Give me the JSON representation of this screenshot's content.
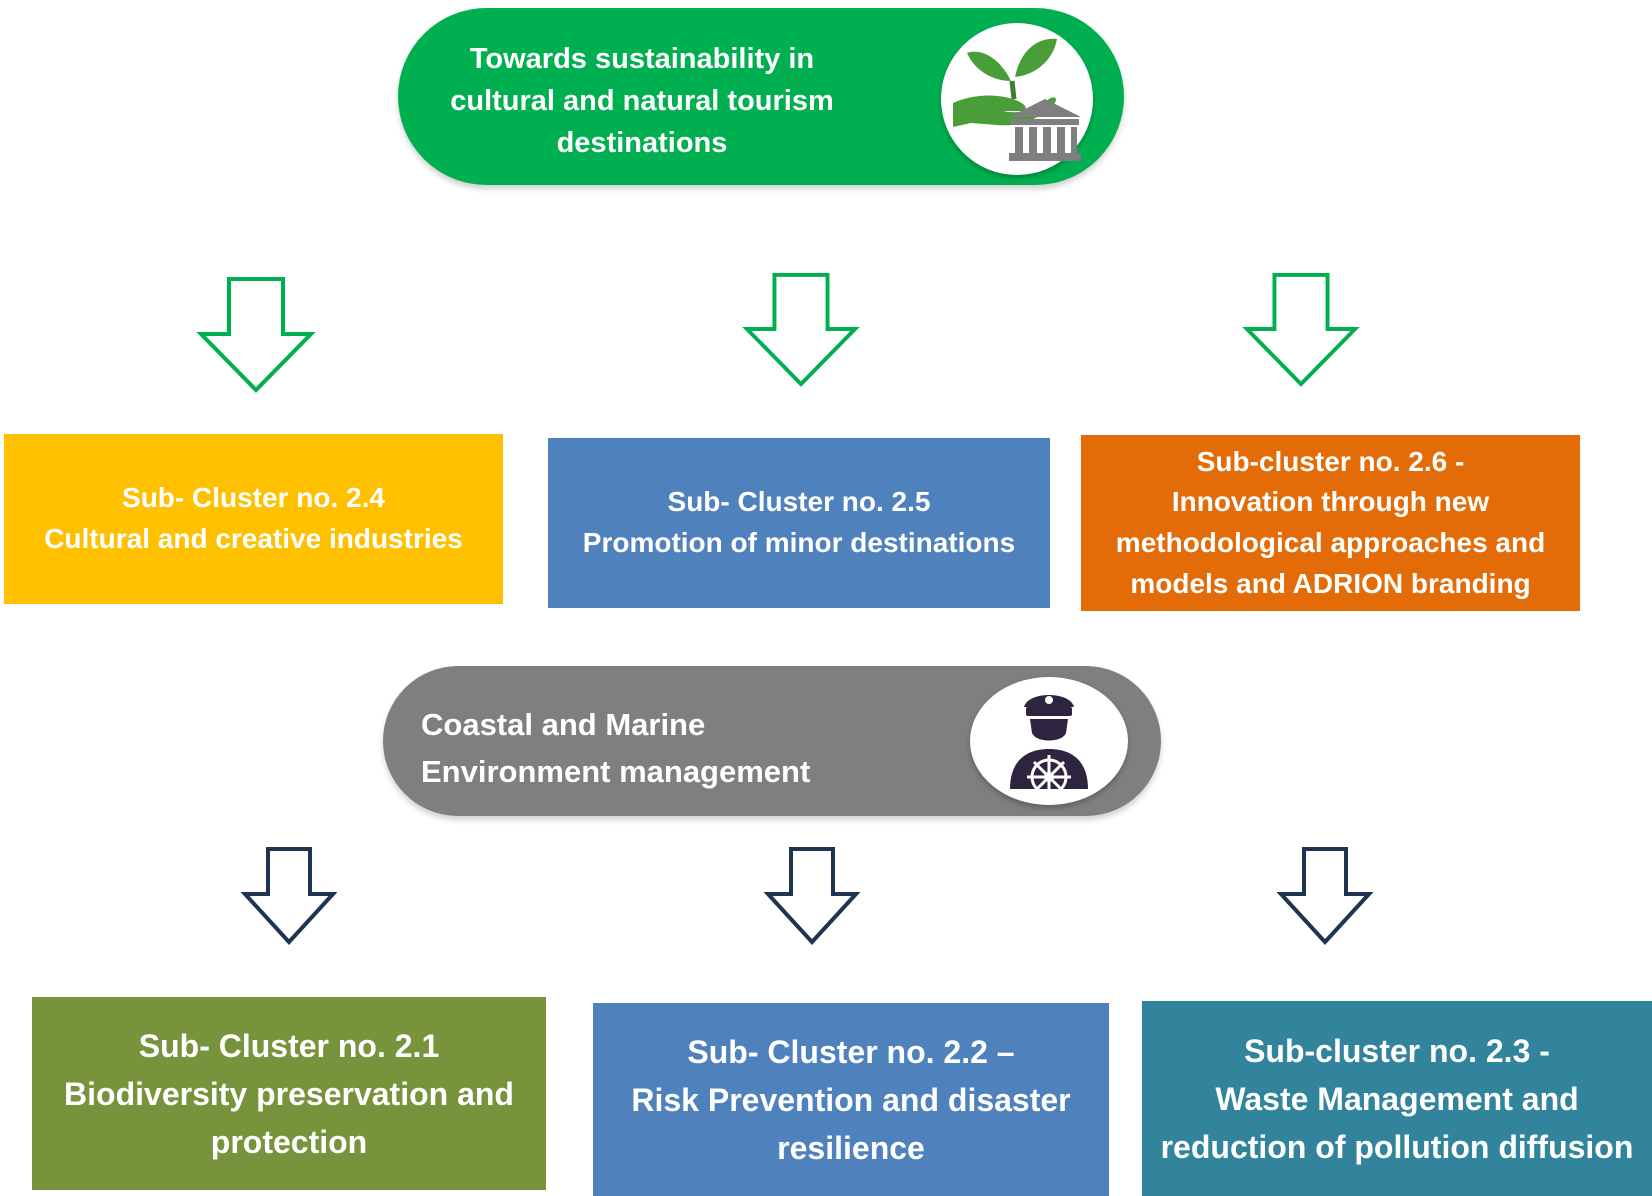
{
  "top_node": {
    "title": "Towards sustainability in cultural and natural tourism destinations",
    "icon": "hand-plant-building-icon",
    "color": "#00b050"
  },
  "top_clusters": [
    {
      "title": "Sub- Cluster no. 2.4",
      "desc": "Cultural and creative industries",
      "color": "#ffc000"
    },
    {
      "title": "Sub- Cluster no. 2.5",
      "desc": "Promotion of minor destinations",
      "color": "#4f81bd"
    },
    {
      "title": "Sub-cluster no. 2.6 -",
      "desc": "Innovation through new methodological approaches and models and ADRION branding",
      "color": "#e36c09"
    }
  ],
  "bottom_node": {
    "title": "Coastal and Marine Environment management",
    "icon": "ship-captain-icon",
    "color": "#7f7f7f"
  },
  "bottom_clusters": [
    {
      "title": "Sub- Cluster no. 2.1",
      "desc": "Biodiversity preservation and protection",
      "color": "#77933c"
    },
    {
      "title": "Sub- Cluster no. 2.2 –",
      "desc": "Risk Prevention and disaster resilience",
      "color": "#4f81bd"
    },
    {
      "title": "Sub-cluster no. 2.3 -",
      "desc": "Waste Management and reduction of pollution diffusion",
      "color": "#31849b"
    }
  ],
  "arrow_colors": {
    "top": "#00b050",
    "bottom": "#1f3450"
  }
}
